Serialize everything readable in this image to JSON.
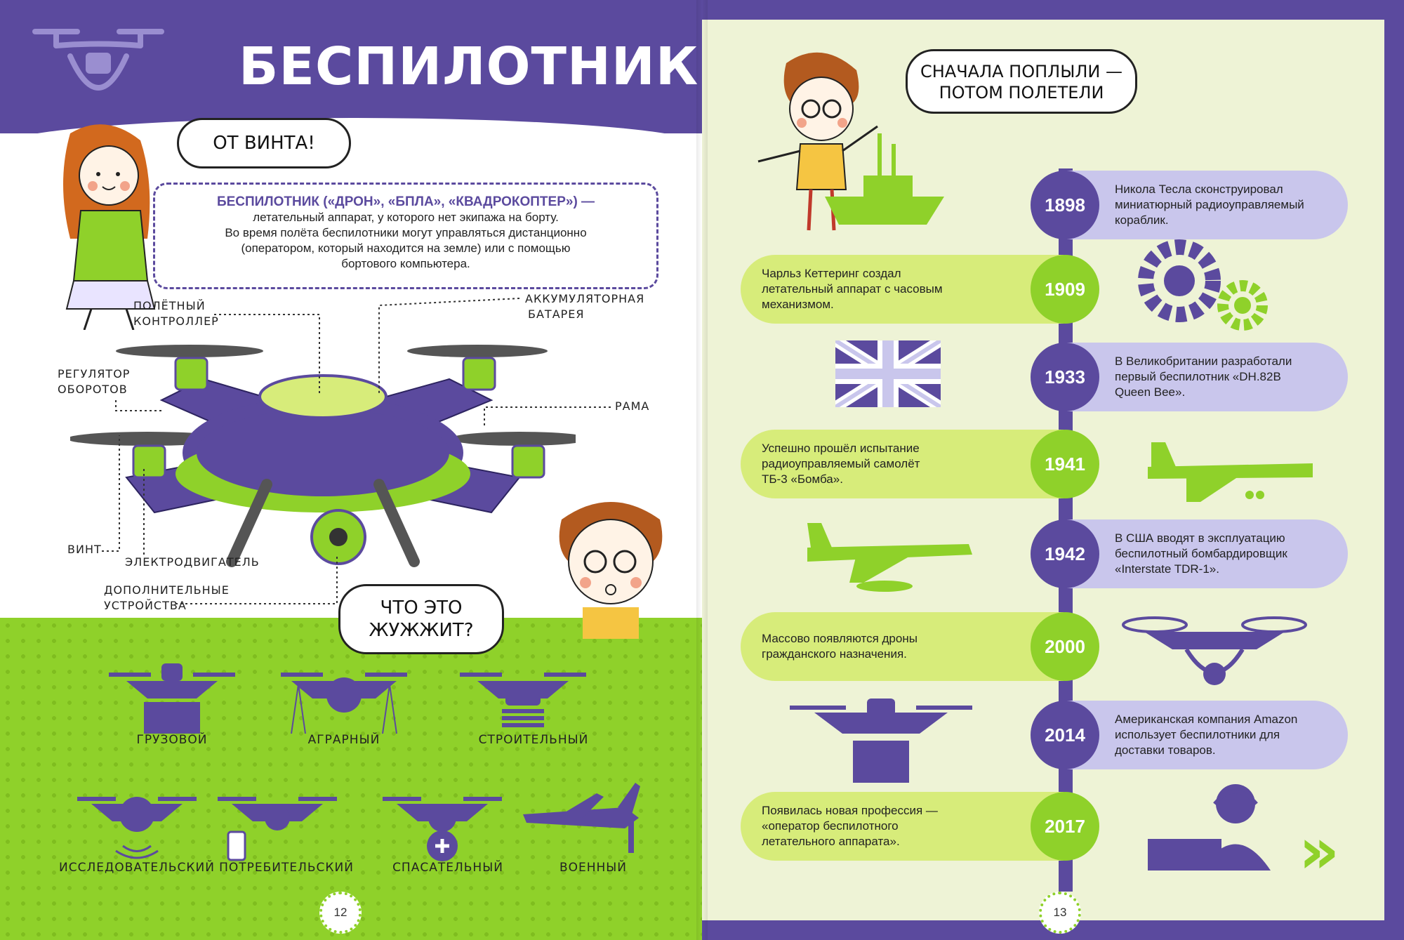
{
  "left_page": {
    "title": "БЕСПИЛОТНИКИ",
    "speech_girl": "ОТ ВИНТА!",
    "definition": {
      "term": "БЕСПИЛОТНИК («ДРОН», «БПЛА», «КВАДРОКОПТЕР») —",
      "lines": [
        "летательный аппарат, у которого нет экипажа на борту.",
        "Во время полёта беспилотники могут управляться дистанционно",
        "(оператором, который находится на земле) или с помощью",
        "бортового компьютера."
      ]
    },
    "parts": {
      "flight_controller": [
        "ПОЛЁТНЫЙ",
        "КОНТРОЛЛЕР"
      ],
      "battery": [
        "АККУМУЛЯТОРНАЯ",
        "БАТАРЕЯ"
      ],
      "speed_regulator": [
        "РЕГУЛЯТОР",
        "ОБОРОТОВ"
      ],
      "frame": "РАМА",
      "propeller": "ВИНТ",
      "motor": "ЭЛЕКТРОДВИГАТЕЛЬ",
      "extra_devices": [
        "ДОПОЛНИТЕЛЬНЫЕ",
        "УСТРОЙСТВА"
      ]
    },
    "speech_boy": [
      "ЧТО ЭТО",
      "ЖУЖЖИТ?"
    ],
    "drone_types": [
      "ГРУЗОВОЙ",
      "АГРАРНЫЙ",
      "СТРОИТЕЛЬНЫЙ",
      "ИССЛЕДОВАТЕЛЬСКИЙ",
      "ПОТРЕБИТЕЛЬСКИЙ",
      "СПАСАТЕЛЬНЫЙ",
      "ВОЕННЫЙ"
    ],
    "page_number": "12"
  },
  "right_page": {
    "speech": [
      "СНАЧАЛА ПОПЛЫЛИ —",
      "ПОТОМ ПОЛЕТЕЛИ"
    ],
    "timeline": [
      {
        "year": "1898",
        "lines": [
          "Никола Тесла сконструировал",
          "миниатюрный радиоуправляемый",
          "кораблик."
        ]
      },
      {
        "year": "1909",
        "lines": [
          "Чарльз Кеттеринг создал",
          "летательный аппарат с часовым",
          "механизмом."
        ]
      },
      {
        "year": "1933",
        "lines": [
          "В Великобритании разработали",
          "первый беспилотник «DH.82B",
          "Queen Bee»."
        ]
      },
      {
        "year": "1941",
        "lines": [
          "Успешно прошёл испытание",
          "радиоуправляемый самолёт",
          "ТБ-3 «Бомба»."
        ]
      },
      {
        "year": "1942",
        "lines": [
          "В США вводят в эксплуатацию",
          "беспилотный бомбардировщик",
          "«Interstate TDR-1»."
        ]
      },
      {
        "year": "2000",
        "lines": [
          "Массово появляются дроны",
          "гражданского назначения."
        ]
      },
      {
        "year": "2014",
        "lines": [
          "Американская компания Amazon",
          "использует беспилотники для",
          "доставки товаров."
        ]
      },
      {
        "year": "2017",
        "lines": [
          "Появилась новая профессия —",
          "«оператор беспилотного",
          "летательного аппарата»."
        ]
      }
    ],
    "page_number": "13",
    "next_arrow": "»"
  },
  "colors": {
    "purple": "#5b4a9e",
    "green": "#8fd12a",
    "lavender": "#c9c6ec",
    "lime": "#d7ec7a"
  }
}
